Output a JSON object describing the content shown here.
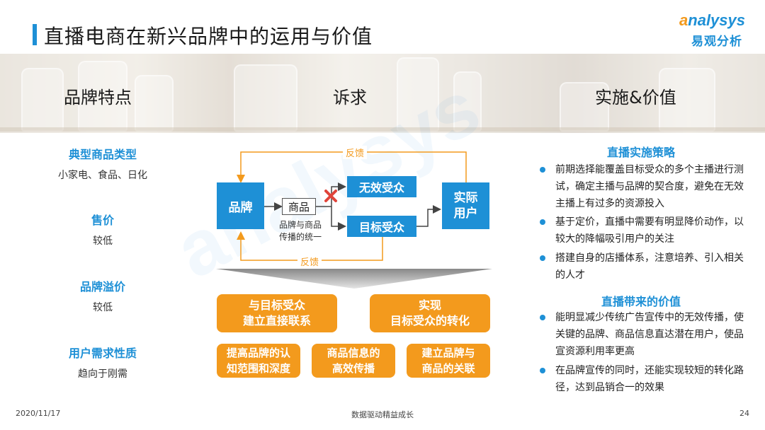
{
  "header": {
    "title": "直播电商在新兴品牌中的运用与价值",
    "logo_en_a": "a",
    "logo_en_rest": "nalysys",
    "logo_cn": "易观分析"
  },
  "columns": {
    "left_head": "品牌特点",
    "middle_head": "诉求",
    "right_head": "实施&价值"
  },
  "brand_traits": [
    {
      "title": "典型商品类型",
      "value": "小家电、食品、日化"
    },
    {
      "title": "售价",
      "value": "较低"
    },
    {
      "title": "品牌溢价",
      "value": "较低"
    },
    {
      "title": "用户需求性质",
      "value": "趋向于刚需"
    }
  ],
  "diagram": {
    "brand": "品牌",
    "goods": "商品",
    "goods_note_1": "品牌与商品",
    "goods_note_2": "传播的统一",
    "invalid_audience": "无效受众",
    "target_audience": "目标受众",
    "actual_users_1": "实际",
    "actual_users_2": "用户",
    "feedback_top": "反馈",
    "feedback_bottom": "反馈"
  },
  "demands": {
    "top_left_1": "与目标受众",
    "top_left_2": "建立直接联系",
    "top_right_1": "实现",
    "top_right_2": "目标受众的转化",
    "b1_1": "提高品牌的认",
    "b1_2": "知范围和深度",
    "b2_1": "商品信息的",
    "b2_2": "高效传播",
    "b3_1": "建立品牌与",
    "b3_2": "商品的关联"
  },
  "strategy": {
    "head": "直播实施策略",
    "items": [
      "前期选择能覆盖目标受众的多个主播进行测试，确定主播与品牌的契合度，避免在无效主播上有过多的资源投入",
      "基于定价，直播中需要有明显降价动作，以较大的降幅吸引用户的关注",
      "搭建自身的店播体系，注意培养、引入相关的人才"
    ]
  },
  "value": {
    "head": "直播带来的价值",
    "items": [
      "能明显减少传统广告宣传中的无效传播，使关键的品牌、商品信息直达潜在用户，使品宣资源利用率更高",
      "在品牌宣传的同时，还能实现较短的转化路径，达到品销合一的效果"
    ]
  },
  "footer": {
    "date": "2020/11/17",
    "slogan": "数据驱动精益成长",
    "page": "24"
  },
  "colors": {
    "accent_blue": "#1e90d6",
    "accent_orange": "#f39a1d",
    "cross_red": "#e0443a"
  }
}
